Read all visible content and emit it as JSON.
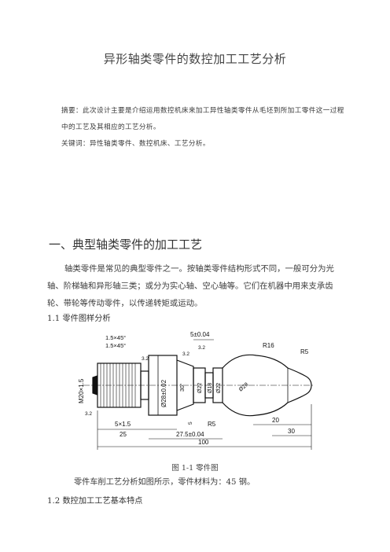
{
  "title": "异形轴类零件的数控加工工艺分析",
  "abstract_line1": "摘要：此次设计主要是介绍运用数控机床来加工异性轴类零件从毛坯到所加工零件这一过程",
  "abstract_line2": "中的工艺及其相应的工艺分析。",
  "keywords": "关键词：异性轴类零件、数控机床、工艺分析。",
  "section1_heading": "一、典型轴类零件的加工工艺",
  "section1_para": "轴类零件是常见的典型零件之一。按轴类零件结构形式不同，一般可分为光轴、阶梯轴和异形轴三类；或分为实心轴、空心轴等。它们在机器中用来支承齿轮、带轮等传动零件，以传递转矩或运动。",
  "subsection_1_1": "1.1 零件图样分析",
  "drawing": {
    "dims": {
      "chamfer_top1": "1.5×45°",
      "chamfer_top2": "1.5×45°",
      "len_5": "5±0.04",
      "radius_r16": "R16",
      "radius_r5_right": "R5",
      "thread": "M20×1.5",
      "roughness1": "3.2",
      "roughness2": "3.2",
      "roughness3": "3.2",
      "roughness4": "3.2",
      "dia_28": "Ø28±0.02",
      "angle_30": "30°",
      "dia_22": "Ø22",
      "dia_18": "Ø18",
      "dia_22b": "Ø22",
      "dia_28b": "Ø28",
      "groove": "5×1.5",
      "small_5": "5",
      "radius_r5_bottom": "R5",
      "len_20": "20",
      "len_25": "25",
      "len_27_5": "27.5±0.04",
      "len_30": "30",
      "len_100": "100"
    }
  },
  "figure_caption": "图 1-1  零件图",
  "figure_desc": "零件车削工艺分析如图所示，零件材料为：45 钢。",
  "subsection_1_2": "1.2 数控加工工艺基本特点"
}
